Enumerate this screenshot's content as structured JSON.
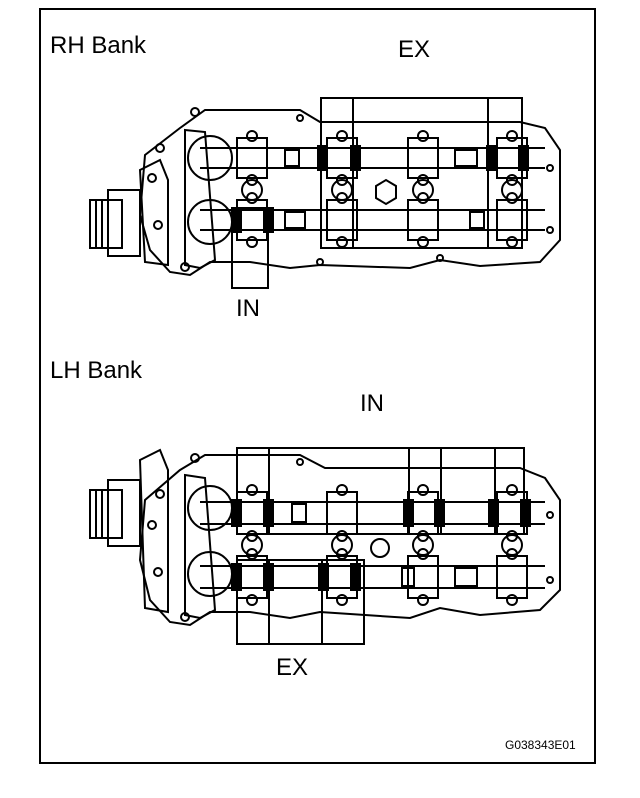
{
  "figure": {
    "rh_bank": {
      "title": "RH Bank",
      "callout_top": "EX",
      "callout_bottom": "IN"
    },
    "lh_bank": {
      "title": "LH Bank",
      "callout_top": "IN",
      "callout_bottom": "EX"
    },
    "figure_code": "G038343E01"
  },
  "colors": {
    "ink": "#000000",
    "paper": "#ffffff"
  }
}
